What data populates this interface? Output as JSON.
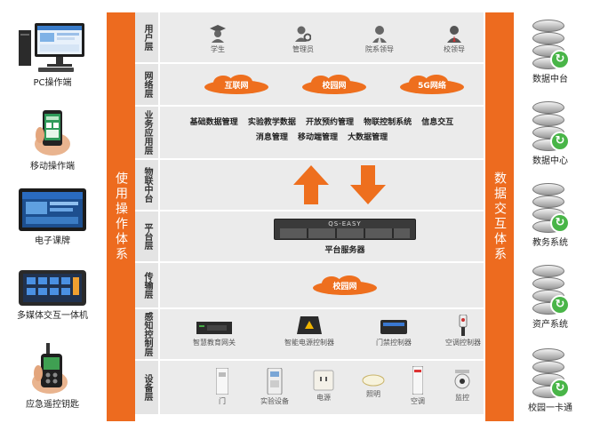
{
  "devices": [
    {
      "label": "PC操作端",
      "icon": "pc-monitor-icon"
    },
    {
      "label": "移动操作端",
      "icon": "mobile-phone-icon"
    },
    {
      "label": "电子课牌",
      "icon": "class-board-icon"
    },
    {
      "label": "多媒体交互一体机",
      "icon": "multimedia-terminal-icon"
    },
    {
      "label": "应急遥控钥匙",
      "icon": "remote-key-icon"
    }
  ],
  "left_bar": "使用操作体系",
  "right_bar": "数据交互体系",
  "colors": {
    "accent": "#ed6b1f",
    "layer_bg": "#ebebeb",
    "badge": "#49b548"
  },
  "layers": {
    "user": {
      "name": "用户层",
      "items": [
        {
          "label": "学生",
          "icon": "student-icon"
        },
        {
          "label": "管理员",
          "icon": "admin-icon"
        },
        {
          "label": "院系领导",
          "icon": "dept-leader-icon"
        },
        {
          "label": "校领导",
          "icon": "school-leader-icon"
        }
      ]
    },
    "network": {
      "name": "网络层",
      "clouds": [
        "互联网",
        "校园网",
        "5G网络"
      ]
    },
    "business": {
      "name": "业务应用层",
      "row1": [
        "基础数据管理",
        "实验教学数据",
        "开放预约管理",
        "物联控制系统",
        "信息交互"
      ],
      "row2": [
        "消息管理",
        "移动端管理",
        "大数据管理"
      ]
    },
    "iot": {
      "name": "物联中台"
    },
    "platform": {
      "name": "平台层",
      "server_brand": "QS-EASY",
      "server_label": "平台服务器"
    },
    "transport": {
      "name": "传输层",
      "cloud": "校园网"
    },
    "perception": {
      "name": "感知控制层",
      "items": [
        {
          "label": "智慧教育网关",
          "icon": "edu-gateway-icon"
        },
        {
          "label": "智能电源控制器",
          "icon": "power-controller-icon"
        },
        {
          "label": "门禁控制器",
          "icon": "access-controller-icon"
        },
        {
          "label": "空调控制器",
          "icon": "ac-controller-icon"
        }
      ]
    },
    "device": {
      "name": "设备层",
      "items": [
        {
          "label": "门",
          "icon": "door-icon"
        },
        {
          "label": "实验设备",
          "icon": "lab-equipment-icon"
        },
        {
          "label": "电源",
          "icon": "power-outlet-icon"
        },
        {
          "label": "照明",
          "icon": "ceiling-light-icon"
        },
        {
          "label": "空调",
          "icon": "air-conditioner-icon"
        },
        {
          "label": "监控",
          "icon": "camera-icon"
        }
      ]
    }
  },
  "databases": [
    {
      "label": "数据中台",
      "icon": "database-icon"
    },
    {
      "label": "数据中心",
      "icon": "database-icon"
    },
    {
      "label": "教务系统",
      "icon": "database-icon"
    },
    {
      "label": "资产系统",
      "icon": "database-icon"
    },
    {
      "label": "校园一卡通",
      "icon": "database-icon"
    }
  ]
}
